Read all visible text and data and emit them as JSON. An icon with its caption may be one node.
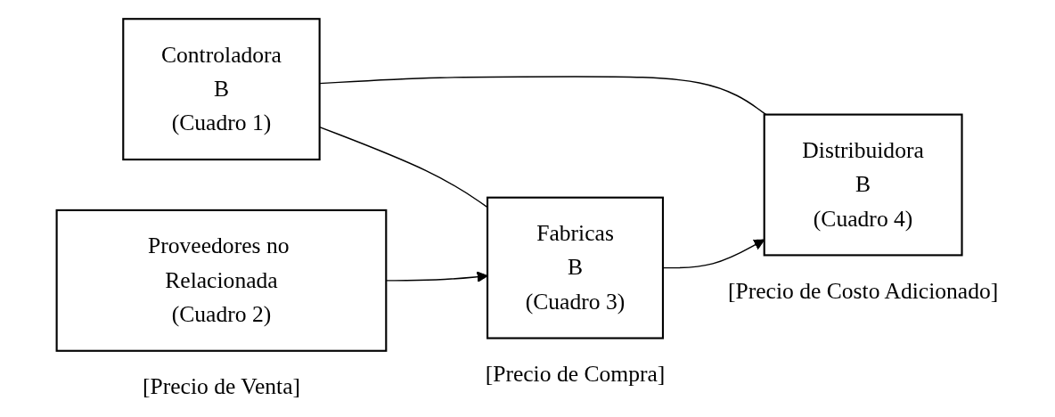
{
  "diagram": {
    "nodes": [
      {
        "text": [
          "Controladora",
          "B",
          "(Cuadro 1)"
        ]
      },
      {
        "text": [
          "Proveedores no Relacionada",
          "(Cuadro 2)"
        ],
        "beside": [
          "[Precio de Venta]"
        ]
      },
      {
        "text": [
          "Fabricas",
          "B",
          "(Cuadro 3)"
        ],
        "beside": [
          "[Precio de Compra]"
        ]
      },
      {
        "text": [
          "Distribuidora",
          "B",
          "(Cuadro 4)"
        ],
        "beside": [
          "[Precio de Costo Adicionado]"
        ]
      }
    ],
    "edges": [
      {
        "from": 0,
        "to": 2,
        "arrow": "none"
      },
      {
        "from": 0,
        "to": 3,
        "arrow": "none"
      },
      {
        "from": 1,
        "to": 2,
        "arrow": "to"
      },
      {
        "from": 2,
        "to": 3,
        "arrow": "to"
      }
    ]
  }
}
